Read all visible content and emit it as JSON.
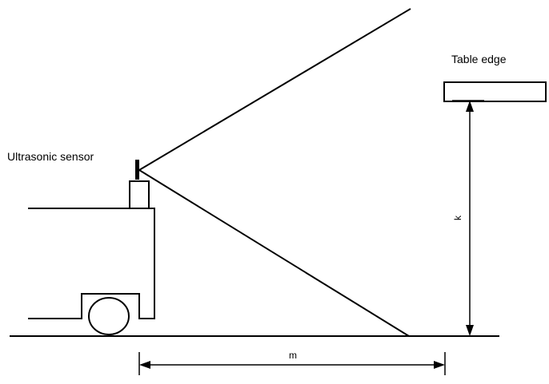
{
  "labels": {
    "sensor": "Ultrasonic sensor",
    "table_edge": "Table edge",
    "height": "k",
    "distance": "m"
  },
  "colors": {
    "line": "#000000",
    "background": "#ffffff"
  }
}
